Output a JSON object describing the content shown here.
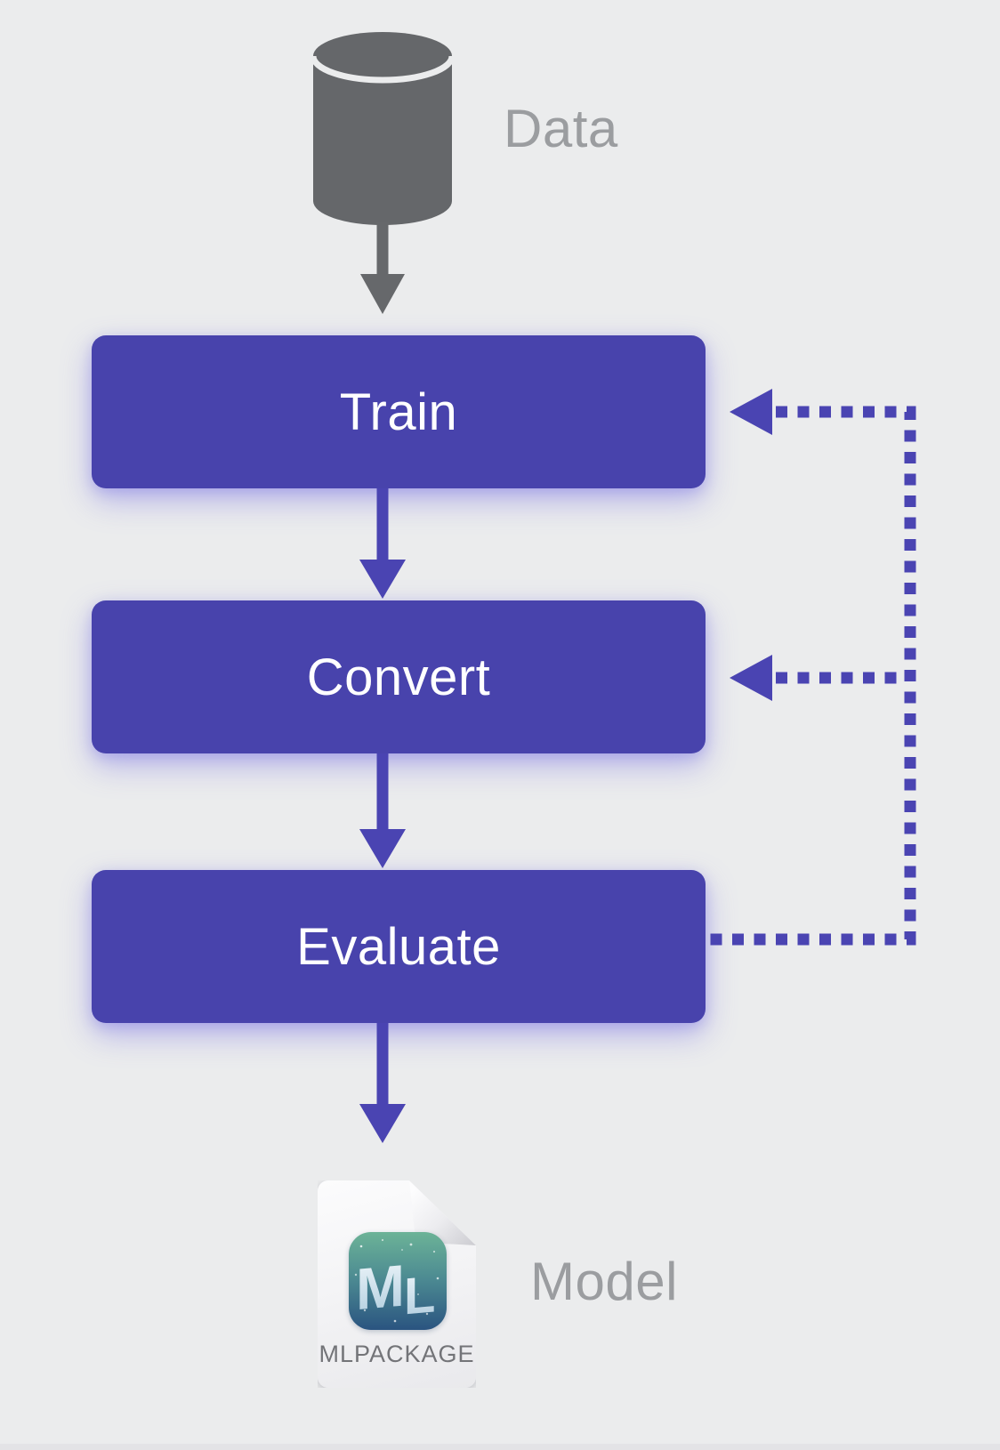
{
  "diagram": {
    "data_source": {
      "label": "Data",
      "icon": "database-icon"
    },
    "nodes": [
      {
        "label": "Train"
      },
      {
        "label": "Convert"
      },
      {
        "label": "Evaluate"
      }
    ],
    "model_output": {
      "label": "Model",
      "file_badge": "MLPACKAGE",
      "icon": "mlpackage-file-icon",
      "app_icon_letters": [
        "M",
        "L"
      ]
    },
    "flow": [
      "Data -> Train",
      "Train -> Convert",
      "Convert -> Evaluate",
      "Evaluate -> Model",
      "Evaluate -> Train (dotted feedback)",
      "Evaluate -> Convert (dotted feedback)"
    ],
    "colors": {
      "background": "#ebeced",
      "node_fill": "#4843ac",
      "arrow_purple": "#4a44b2",
      "data_gray": "#66686b",
      "side_label_gray": "#9b9da0",
      "badge_text_gray": "#737478"
    }
  }
}
